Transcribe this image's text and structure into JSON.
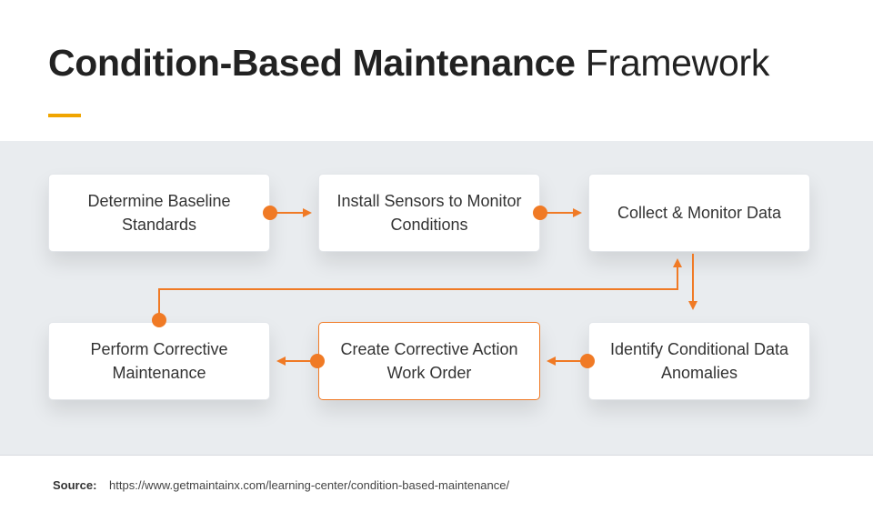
{
  "title": {
    "bold": "Condition-Based Maintenance",
    "light": "Framework"
  },
  "steps": [
    {
      "label": "Determine Baseline Standards"
    },
    {
      "label": "Install Sensors to Monitor Conditions"
    },
    {
      "label": "Collect & Monitor Data"
    },
    {
      "label": "Perform Corrective Maintenance"
    },
    {
      "label": "Create Corrective Action Work Order"
    },
    {
      "label": "Identify Conditional Data Anomalies"
    }
  ],
  "footer": {
    "source_label": "Source:",
    "source_url": "https://www.getmaintainx.com/learning-center/condition-based-maintenance/"
  },
  "colors": {
    "accent_orange": "#f07a25",
    "title_underline": "#f0a500",
    "panel_background": "#e9ecef"
  }
}
